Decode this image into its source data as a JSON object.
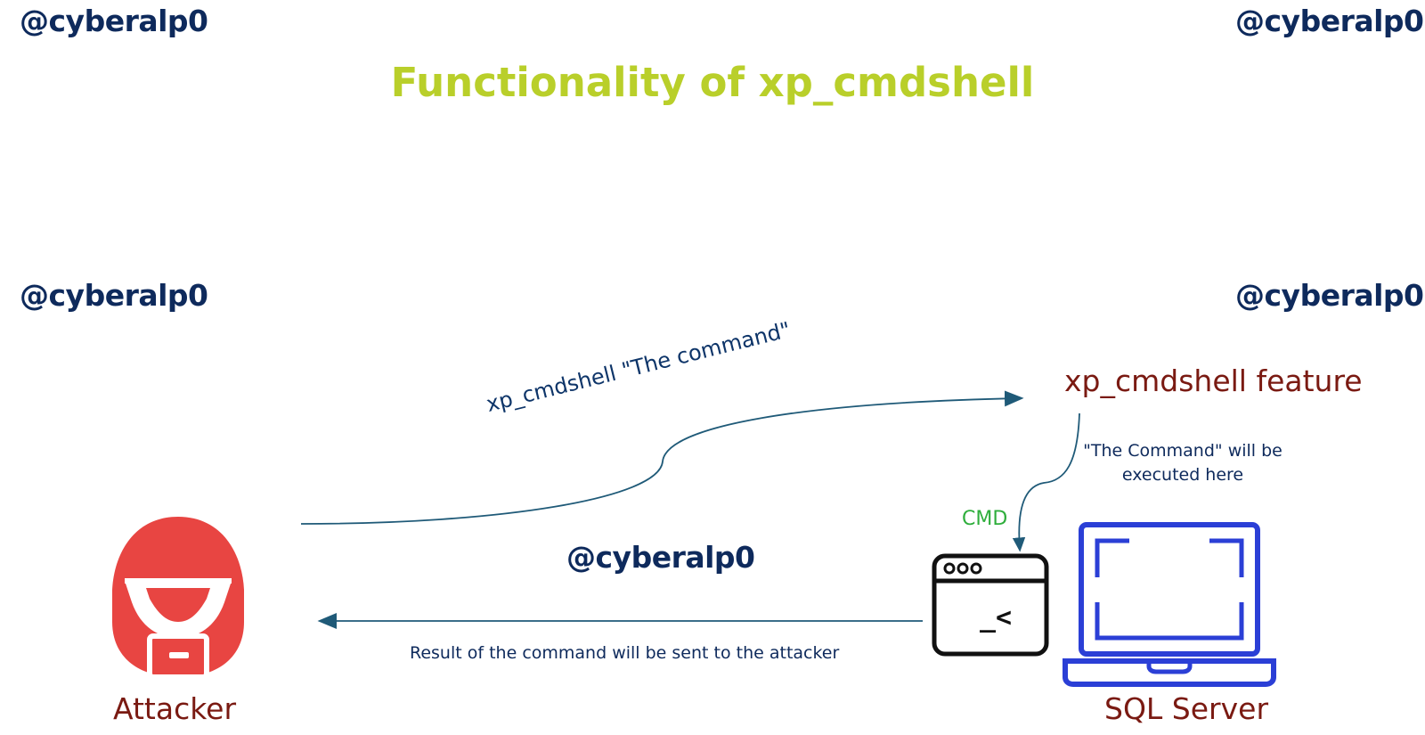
{
  "watermarks": {
    "top_left": "@cyberalp0",
    "top_right": "@cyberalp0",
    "mid_left": "@cyberalp0",
    "mid_right": "@cyberalp0",
    "center": "@cyberalp0"
  },
  "title": "Functionality of xp_cmdshell",
  "request_label": "xp_cmdshell \"The command\"",
  "feature_label": "xp_cmdshell feature",
  "execution_note": "\"The Command\" will be executed here",
  "cmd_label": "CMD",
  "cmd_prompt": "_<",
  "result_label": "Result of the command will be sent to the attacker",
  "attacker_label": "Attacker",
  "server_label": "SQL Server",
  "icons": {
    "attacker": "hooded-hacker-icon",
    "terminal": "terminal-window-icon",
    "server": "laptop-icon"
  },
  "colors": {
    "title": "#b9cf2a",
    "handle": "#0e2a5c",
    "label_dark_red": "#7a1a12",
    "cmd_green": "#2fae3c",
    "attacker_red": "#e84542",
    "laptop_blue": "#2b3fd6",
    "arrow": "#1f5a78"
  }
}
